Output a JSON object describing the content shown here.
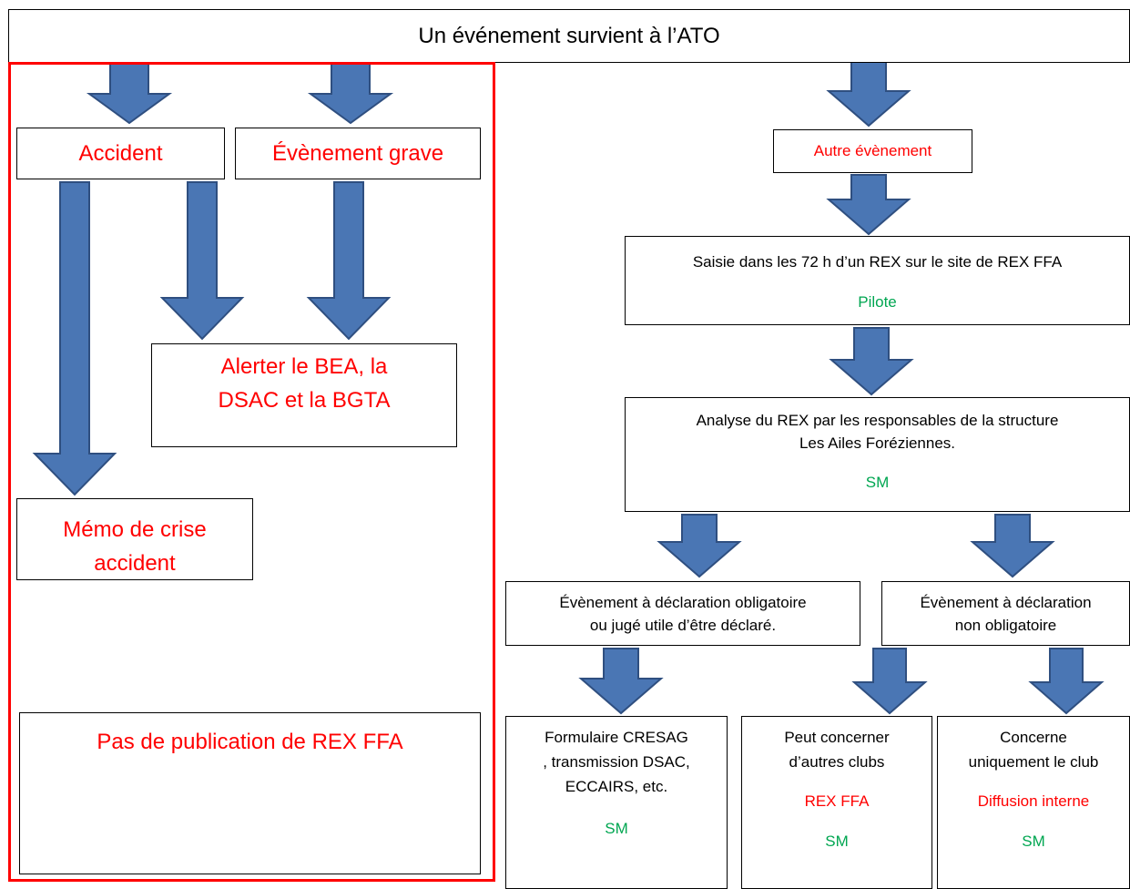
{
  "header": {
    "title": "Un événement survient à l’ATO"
  },
  "left_branch": {
    "accident": "Accident",
    "evenement_grave": "Évènement grave",
    "alerter": [
      "Alerter le BEA, la",
      "DSAC et la BGTA"
    ],
    "memo": [
      "Mémo de crise",
      "accident"
    ],
    "pas_publication": "Pas de publication de REX FFA"
  },
  "right_branch": {
    "autre_evenement": "Autre évènement",
    "saisie": {
      "text": "Saisie dans les 72 h d’un REX sur le site de REX FFA",
      "role": "Pilote"
    },
    "analyse": {
      "lines": [
        "Analyse du REX par les responsables de la structure",
        "Les Ailes Foréziennes."
      ],
      "role": "SM"
    },
    "declaration_obligatoire": [
      "Évènement à déclaration obligatoire",
      "ou jugé utile d’être déclaré."
    ],
    "declaration_non_obligatoire": [
      "Évènement à déclaration",
      "non obligatoire"
    ],
    "formulaire": {
      "lines": [
        "Formulaire CRESAG",
        ", transmission DSAC,",
        "ECCAIRS, etc."
      ],
      "role": "SM"
    },
    "autres_clubs": {
      "lines": [
        "Peut concerner",
        "d’autres clubs"
      ],
      "action": "REX FFA",
      "role": "SM"
    },
    "uniquement_club": {
      "lines": [
        "Concerne",
        "uniquement le club"
      ],
      "action": "Diffusion interne",
      "role": "SM"
    }
  },
  "colors": {
    "arrow_fill": "#4a76b4",
    "arrow_stroke": "#2f4f80",
    "frame": "#ff0000",
    "text_red": "#ff0000",
    "text_green": "#00a651"
  }
}
